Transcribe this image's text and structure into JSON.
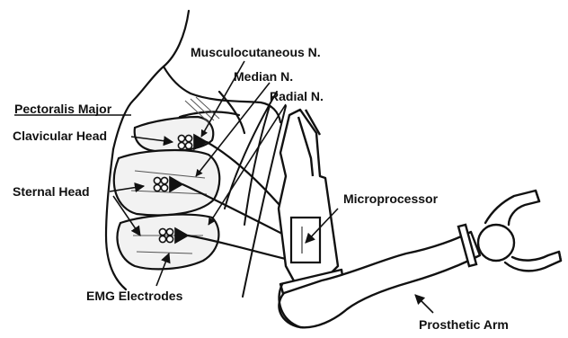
{
  "labels": {
    "musculocutaneous": "Musculocutaneous N.",
    "median": "Median N.",
    "radial": "Radial N.",
    "pectoralis_major": "Pectoralis Major",
    "clavicular_head": "Clavicular Head",
    "sternal_head": "Sternal Head",
    "microprocessor": "Microprocessor",
    "emg_electrodes": "EMG Electrodes",
    "prosthetic_arm": "Prosthetic Arm"
  }
}
